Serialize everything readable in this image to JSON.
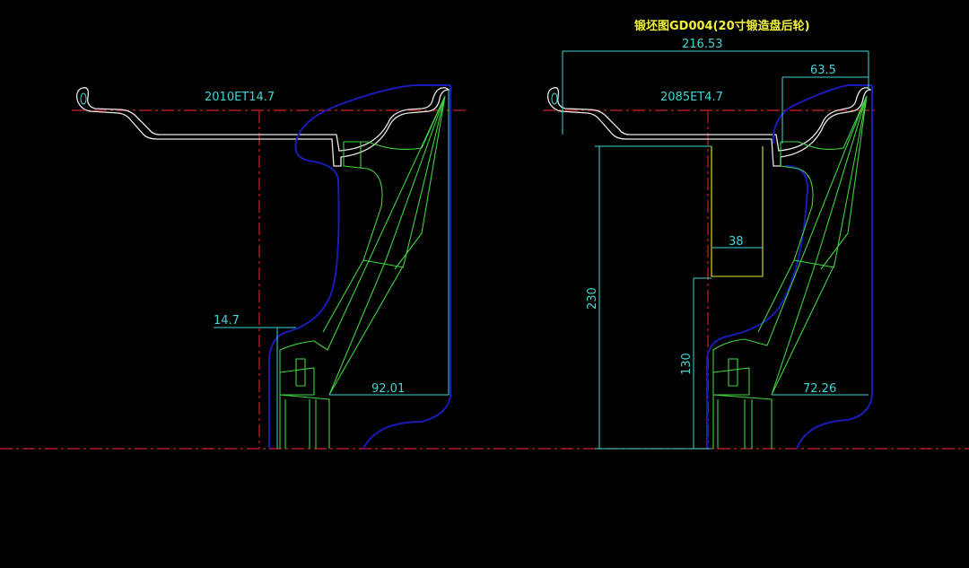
{
  "title": "锻坯图GD004(20寸锻造盘后轮)",
  "left_view": {
    "label": "2010ET14.7",
    "dim_offset": "14.7",
    "dim_depth": "92.01"
  },
  "right_view": {
    "label": "2085ET4.7",
    "dim_width": "216.53",
    "dim_flange": "63.5",
    "dim_block": "38",
    "dim_height": "230",
    "dim_hub": "130",
    "dim_depth": "72.26"
  },
  "colors": {
    "background": "#000000",
    "dimension": "#3fd6d6",
    "title": "#f2f23a",
    "centerline": "#d0202a",
    "rim": "#e8e8e8",
    "outline": "#1a1ab8",
    "spoke": "#3fd23f"
  }
}
